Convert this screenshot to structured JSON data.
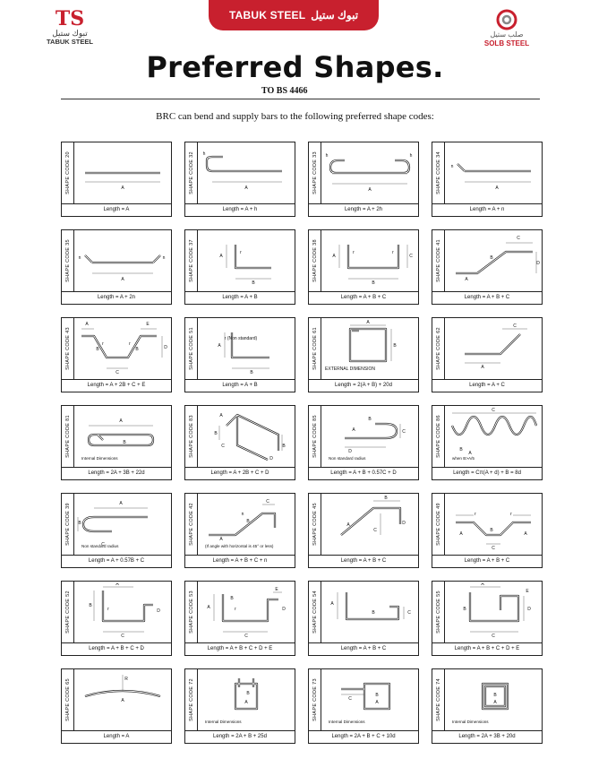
{
  "header": {
    "banner_en": "TABUK STEEL",
    "banner_ar": "تبوك ستيل",
    "left_logo": {
      "mark": "TS",
      "ar": "تبوك ستيل",
      "en": "TABUK STEEL"
    },
    "right_logo": {
      "ar": "صلب ستيل",
      "en": "SOLB STEEL"
    }
  },
  "title": "Preferred Shapes.",
  "subtitle": "TO BS 4466",
  "intro": "BRC can bend and supply bars to the following preferred shape codes:",
  "shapes": [
    {
      "code": "SHAPE CODE 20",
      "formula": "Length = A",
      "labels": [
        "A"
      ]
    },
    {
      "code": "SHAPE CODE 32",
      "formula": "Length = A + h",
      "labels": [
        "h",
        "A"
      ]
    },
    {
      "code": "SHAPE CODE 33",
      "formula": "Length = A + 2h",
      "labels": [
        "h",
        "h",
        "A"
      ]
    },
    {
      "code": "SHAPE CODE 34",
      "formula": "Length = A + n",
      "labels": [
        "n",
        "A"
      ]
    },
    {
      "code": "SHAPE CODE 35",
      "formula": "Length = A + 2n",
      "labels": [
        "n",
        "n",
        "A"
      ]
    },
    {
      "code": "SHAPE CODE 37",
      "formula": "Length = A + B",
      "labels": [
        "A",
        "r",
        "B"
      ]
    },
    {
      "code": "SHAPE CODE 38",
      "formula": "Length = A + B + C",
      "labels": [
        "A",
        "r",
        "r",
        "C",
        "B"
      ]
    },
    {
      "code": "SHAPE CODE 41",
      "formula": "Length = A + B + C",
      "labels": [
        "C",
        "D",
        "B",
        "A"
      ]
    },
    {
      "code": "SHAPE CODE 43",
      "formula": "Length = A + 2B + C + E",
      "labels": [
        "A",
        "E",
        "D",
        "B",
        "r",
        "r",
        "B",
        "C"
      ]
    },
    {
      "code": "SHAPE CODE 51",
      "formula": "Length = A + B",
      "labels": [
        "A",
        "r (Non standard)",
        "B"
      ]
    },
    {
      "code": "SHAPE CODE 61",
      "formula": "Length = 2(A + B) + 20d",
      "labels": [
        "A",
        "B",
        "EXTERNAL DIMENSION"
      ]
    },
    {
      "code": "SHAPE CODE 62",
      "formula": "Length = A + C",
      "labels": [
        "C",
        "A"
      ]
    },
    {
      "code": "SHAPE CODE 81",
      "formula": "Length = 2A + 3B + 22d",
      "labels": [
        "A",
        "B"
      ],
      "note": "Internal Dimensions"
    },
    {
      "code": "SHAPE CODE 83",
      "formula": "Length = A + 2B + C + D",
      "labels": [
        "A",
        "B",
        "C",
        "B",
        "D"
      ]
    },
    {
      "code": "SHAPE CODE 85",
      "formula": "Length = A + B + 0.57C + D",
      "labels": [
        "A",
        "B",
        "C",
        "D"
      ],
      "note": "Non standard radius"
    },
    {
      "code": "SHAPE CODE 86",
      "formula": "Length = Cπ(A + d) + B = 8d",
      "labels": [
        "C",
        "B",
        "A"
      ],
      "note": "when B>A/5"
    },
    {
      "code": "SHAPE CODE 39",
      "formula": "Length = A + 0.57B + C",
      "labels": [
        "A",
        "B",
        "C"
      ],
      "note": "Non standard radius"
    },
    {
      "code": "SHAPE CODE 42",
      "formula": "Length = A + B + C + n",
      "labels": [
        "C",
        "n",
        "B",
        "A"
      ],
      "note": "(If angle with horizontal is 45° or less)"
    },
    {
      "code": "SHAPE CODE 45",
      "formula": "Length = A + B + C",
      "labels": [
        "B",
        "A",
        "C",
        "D"
      ]
    },
    {
      "code": "SHAPE CODE 49",
      "formula": "Length = A + B + C",
      "labels": [
        "r",
        "r",
        "A",
        "B",
        "A",
        "C"
      ]
    },
    {
      "code": "SHAPE CODE 52",
      "formula": "Length = A + B + C + D",
      "labels": [
        "A",
        "B",
        "r",
        "D",
        "C"
      ]
    },
    {
      "code": "SHAPE CODE 53",
      "formula": "Length = A + B + C + D + E",
      "labels": [
        "A",
        "E",
        "B",
        "r",
        "D",
        "C"
      ]
    },
    {
      "code": "SHAPE CODE 54",
      "formula": "Length = A + B + C",
      "labels": [
        "A",
        "B",
        "C"
      ]
    },
    {
      "code": "SHAPE CODE 55",
      "formula": "Length = A + B + C + D + E",
      "labels": [
        "A",
        "E",
        "B",
        "D",
        "C"
      ]
    },
    {
      "code": "SHAPE CODE 65",
      "formula": "Length = A",
      "labels": [
        "R",
        "A"
      ]
    },
    {
      "code": "SHAPE CODE 72",
      "formula": "Length = 2A + B + 25d",
      "labels": [
        "B",
        "A"
      ],
      "note": "Internal Dimensions"
    },
    {
      "code": "SHAPE CODE 73",
      "formula": "Length = 2A + B + C + 10d",
      "labels": [
        "C",
        "B",
        "A"
      ],
      "note": "Internal Dimensions"
    },
    {
      "code": "SHAPE CODE 74",
      "formula": "Length = 2A + 3B + 20d",
      "labels": [
        "B",
        "A"
      ],
      "note": "Internal Dimensions"
    }
  ]
}
